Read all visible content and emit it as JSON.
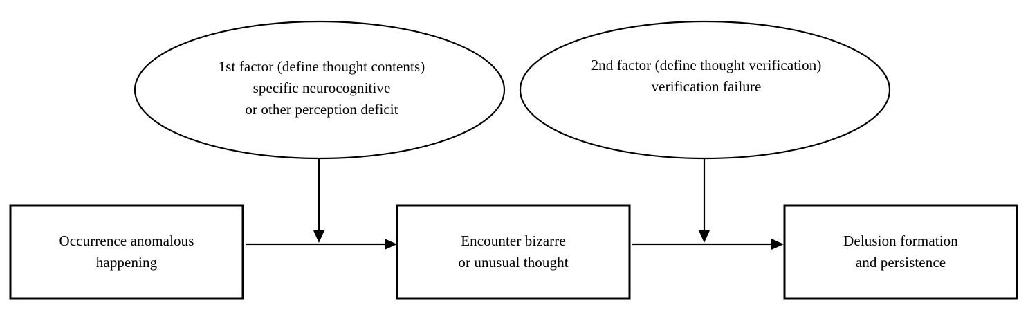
{
  "factors": [
    {
      "lines": [
        "1st factor (define thought contents)",
        "specific neurocognitive",
        "or other perception deficit"
      ]
    },
    {
      "lines": [
        "2nd factor (define thought verification)",
        "verification failure"
      ]
    }
  ],
  "boxes": [
    {
      "lines": [
        "Occurrence anomalous",
        "happening"
      ]
    },
    {
      "lines": [
        "Encounter bizarre",
        "or unusual thought"
      ]
    },
    {
      "lines": [
        "Delusion formation",
        "and persistence"
      ]
    }
  ],
  "colors": {
    "stroke": "#000000",
    "background": "#ffffff"
  }
}
